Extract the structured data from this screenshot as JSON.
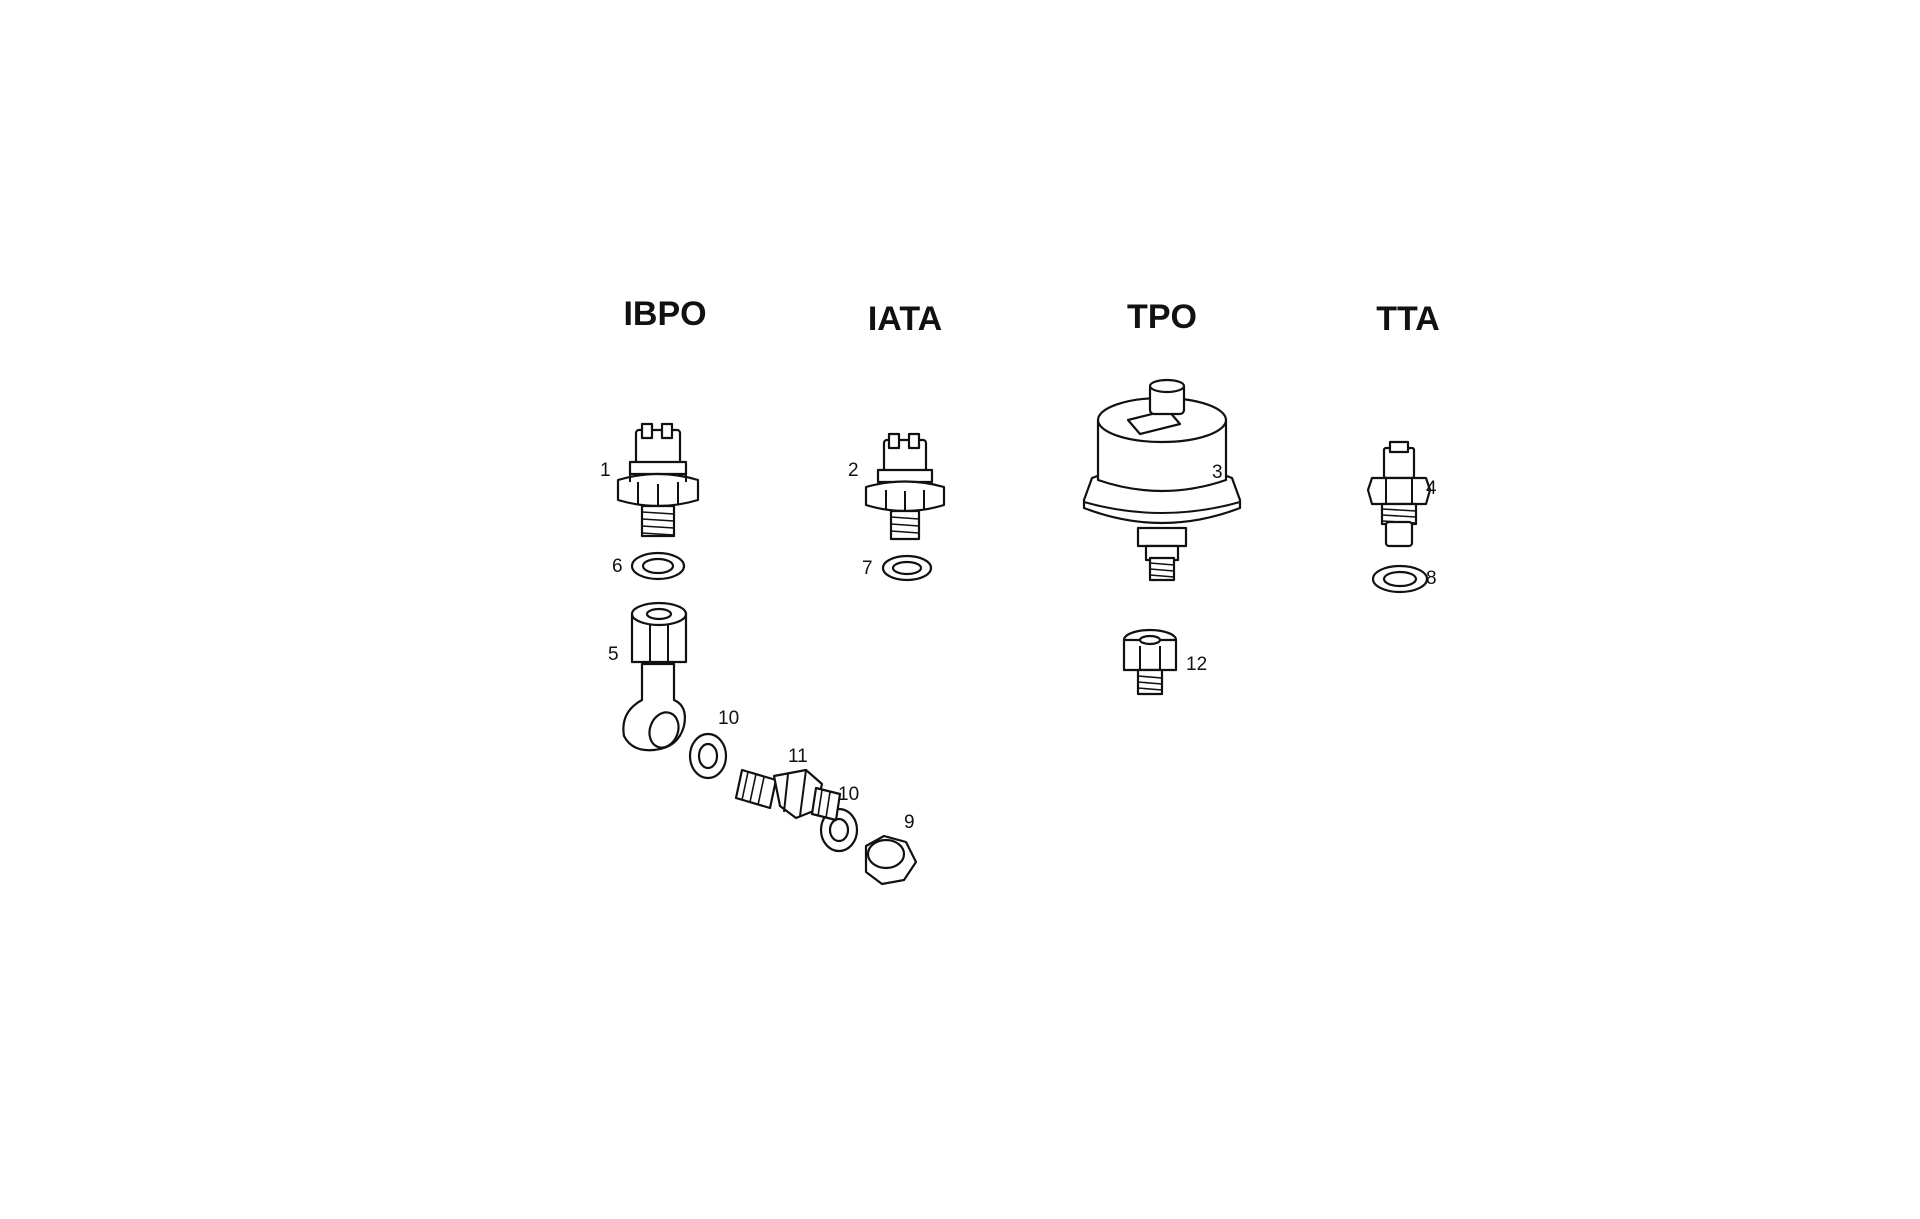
{
  "groups": [
    {
      "id": "ibpo",
      "title": "IBPO"
    },
    {
      "id": "iata",
      "title": "IATA"
    },
    {
      "id": "tpo",
      "title": "TPO"
    },
    {
      "id": "tta",
      "title": "TTA"
    }
  ],
  "callouts": {
    "c1": "1",
    "c2": "2",
    "c3": "3",
    "c4": "4",
    "c5": "5",
    "c6": "6",
    "c7": "7",
    "c8": "8",
    "c9": "9",
    "c10a": "10",
    "c10b": "10",
    "c11": "11",
    "c12": "12"
  },
  "parts": [
    {
      "ref": "1",
      "name": "pressure-switch"
    },
    {
      "ref": "2",
      "name": "pressure-switch"
    },
    {
      "ref": "3",
      "name": "pressure-sender"
    },
    {
      "ref": "4",
      "name": "temperature-sender"
    },
    {
      "ref": "5",
      "name": "banjo-fitting"
    },
    {
      "ref": "6",
      "name": "sealing-washer"
    },
    {
      "ref": "7",
      "name": "sealing-washer"
    },
    {
      "ref": "8",
      "name": "sealing-washer"
    },
    {
      "ref": "9",
      "name": "cap-nut"
    },
    {
      "ref": "10",
      "name": "sealing-washer"
    },
    {
      "ref": "11",
      "name": "banjo-bolt"
    },
    {
      "ref": "12",
      "name": "adapter"
    }
  ]
}
